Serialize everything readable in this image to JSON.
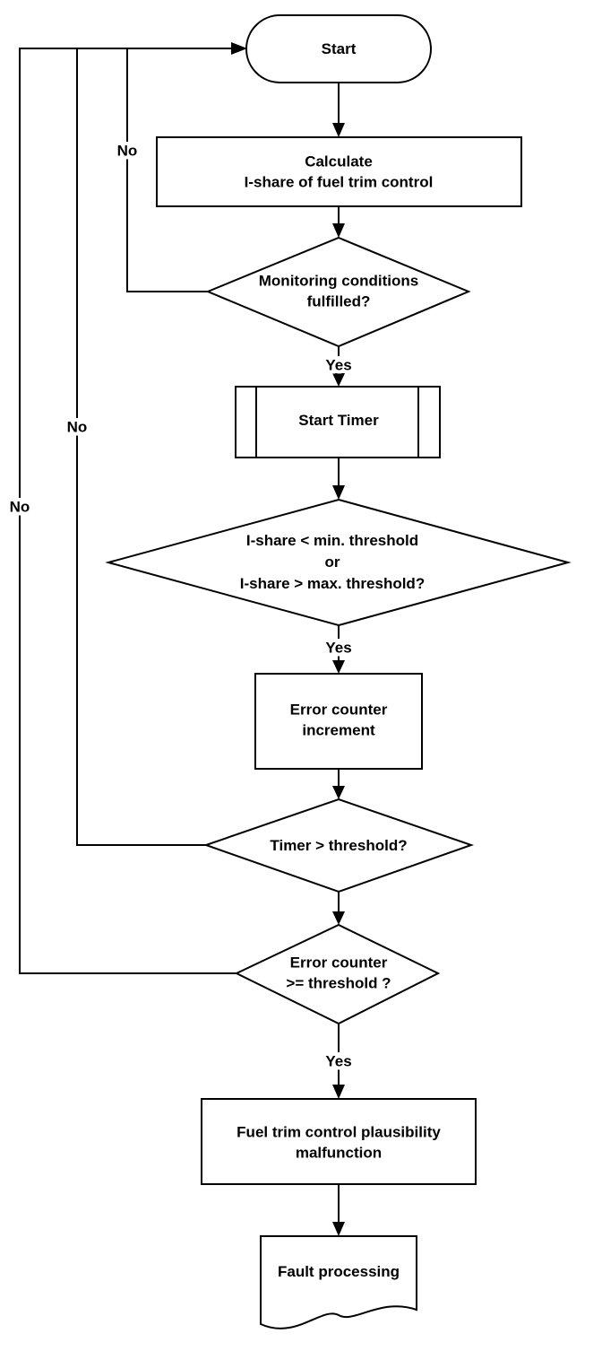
{
  "nodes": {
    "start": {
      "lines": [
        "Start"
      ]
    },
    "calculate": {
      "lines": [
        "Calculate",
        "I-share of fuel trim control"
      ]
    },
    "monitoring": {
      "lines": [
        "Monitoring  conditions",
        "fulfilled?"
      ]
    },
    "start_timer": {
      "lines": [
        "Start Timer"
      ]
    },
    "ishare_check": {
      "lines": [
        "I-share < min. threshold",
        "or",
        "I-share > max. threshold?"
      ]
    },
    "error_increment": {
      "lines": [
        "Error counter",
        "increment"
      ]
    },
    "timer_check": {
      "lines": [
        "Timer > threshold?"
      ]
    },
    "error_check": {
      "lines": [
        "Error counter",
        ">= threshold ?"
      ]
    },
    "malfunction": {
      "lines": [
        "Fuel trim control plausibility",
        "malfunction"
      ]
    },
    "fault_processing": {
      "lines": [
        "Fault processing"
      ]
    }
  },
  "edge_labels": {
    "monitoring_no": "No",
    "monitoring_yes": "Yes",
    "ishare_yes": "Yes",
    "timer_no": "No",
    "error_no": "No",
    "error_yes": "Yes"
  }
}
